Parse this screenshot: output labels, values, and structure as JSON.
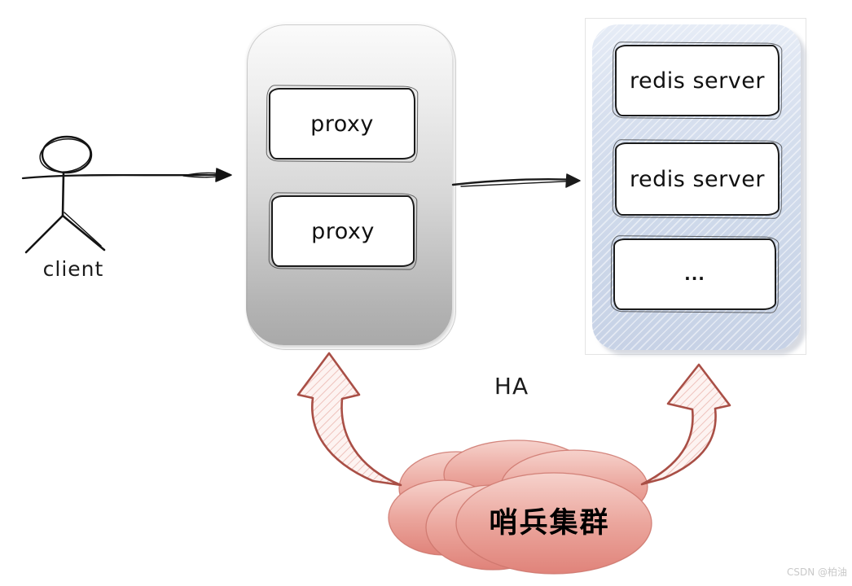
{
  "client": {
    "label": "client"
  },
  "proxy_cluster": {
    "nodes": [
      "proxy",
      "proxy"
    ]
  },
  "redis_cluster": {
    "nodes": [
      "redis server",
      "redis server",
      "..."
    ]
  },
  "ha_label": "HA",
  "sentinel_cluster": {
    "label": "哨兵集群"
  },
  "watermark": "CSDN @柏油",
  "icons": {
    "client_figure": "stick-person-icon",
    "client_arrow": "right-arrow-icon",
    "proxy_redis_arrow": "right-arrow-icon",
    "sentinel_left_arrow": "curved-up-arrow-icon",
    "sentinel_right_arrow": "curved-up-arrow-icon",
    "sentinel_cloud": "cloud-icon"
  },
  "colors": {
    "sketch_ink": "#1b1b1b",
    "proxy_container_top": "#fbfbfb",
    "proxy_container_bottom": "#a9a9a9",
    "redis_container_fill": "#ccd7e9",
    "cloud_top": "#f5cfc9",
    "cloud_bottom": "#e0837a",
    "red_arrow_stroke": "#a94f46",
    "red_arrow_fill": "#fbeeec",
    "watermark_color": "#c9c9c9"
  }
}
